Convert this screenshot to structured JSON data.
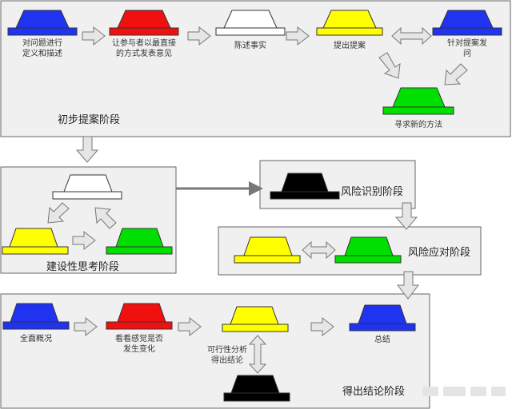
{
  "colors": {
    "panel_bg": "#f0f0f0",
    "panel_border": "#666666",
    "blue": "#1f33f0",
    "red": "#f01010",
    "white": "#ffffff",
    "yellow": "#ffff00",
    "green": "#00e000",
    "black": "#000000",
    "arrow_fill": "#e6e6e6",
    "arrow_stroke": "#777777"
  },
  "stages": {
    "initial": "初步提案阶段",
    "constructive": "建设性思考阶段",
    "risk_identify": "风险识别阶段",
    "risk_response": "风险应对阶段",
    "conclusion": "得出结论阶段"
  },
  "hats": {
    "p1_blue": "对问题进行\n定义和描述",
    "p1_red": "让参与者以最直接\n的方式发表意见",
    "p1_white": "陈述事实",
    "p1_yellow": "提出提案",
    "p1_blue2": "针对提案发\n问",
    "p1_green": "寻求新的方法",
    "p5_blue": "全面概况",
    "p5_red": "看看感觉是否\n发生变化",
    "p5_yellow": "可行性分析\n得出结论",
    "p5_blue2": "总结"
  }
}
